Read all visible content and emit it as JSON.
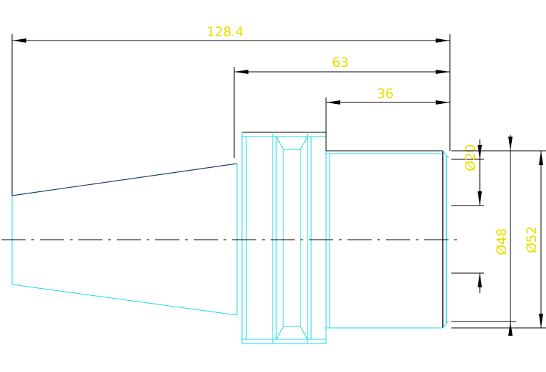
{
  "drawing": {
    "colors": {
      "background": "#ffffff",
      "outline": "#18d8e8",
      "dimension_line": "#000000",
      "dimension_text": "#e8e000",
      "taper_edge": "#1a3f66"
    },
    "dimensions": {
      "overall_length": "128.4",
      "flange_to_end_length": "63",
      "shank_length": "36",
      "bore_diameter": "Ø20",
      "shank_diameter": "Ø48",
      "outer_diameter": "Ø52"
    }
  }
}
